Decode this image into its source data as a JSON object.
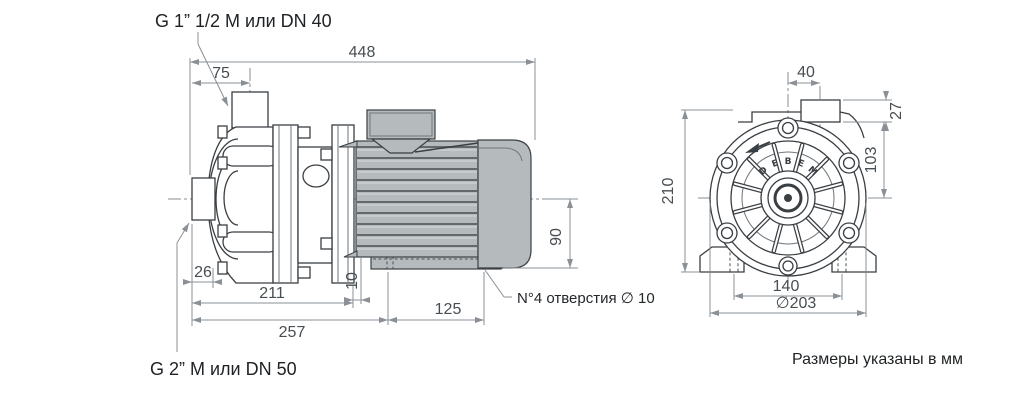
{
  "labels": {
    "port_top": "G 1” 1/2  М или DN 40",
    "port_side": "G 2”  М или DN 50",
    "holes_note": "N°4 отверстия  ∅ 10",
    "units_note": "Размеры указаны в мм"
  },
  "dims": {
    "overall_length": "448",
    "top_port_offset": "75",
    "suction_protrusion": "26",
    "pump_length": "211",
    "flange_to_base": "10",
    "base_hole_span": "125",
    "suction_to_base_hole": "257",
    "shaft_height": "90",
    "discharge_offset": "40",
    "stub_height": "27",
    "center_to_casing_top": "103",
    "overall_height": "210",
    "foot_hole_span": "140",
    "flange_diameter": "∅203"
  },
  "brand_letters": [
    "D",
    "E",
    "B",
    "E",
    "M"
  ],
  "colors": {
    "outline": "#3a3f43",
    "dimension_line": "#8a9095",
    "dimension_text": "#474d51",
    "label_text": "#1e2225",
    "metal_gray": "#b5babd",
    "metal_dark": "#62686c",
    "background": "#ffffff"
  }
}
